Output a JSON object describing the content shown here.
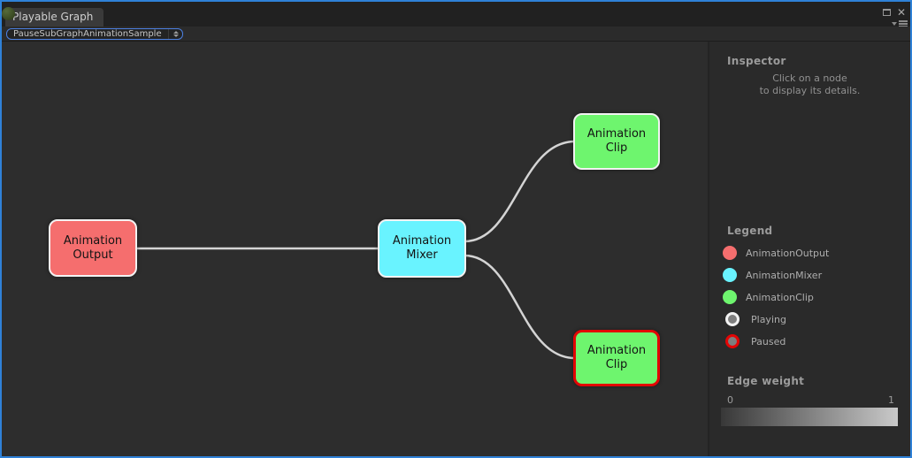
{
  "window": {
    "tab_label": "Playable Graph",
    "graph_selector": "PauseSubGraphAnimationSample"
  },
  "icons": {
    "status_orb": "green-status-orb",
    "maximize": "maximize-square",
    "close": "✕",
    "pane_menu": "dropdown-triangle-with-hamburger",
    "selector_arrows": "up-down-arrows"
  },
  "graph": {
    "nodes": [
      {
        "id": "animation-output",
        "label": "Animation Output",
        "color": "#f56e6e",
        "state": "playing"
      },
      {
        "id": "animation-mixer",
        "label": "Animation Mixer",
        "color": "#69f3ff",
        "state": "playing"
      },
      {
        "id": "animation-clip-top",
        "label": "Animation Clip",
        "color": "#6ef56e",
        "state": "playing"
      },
      {
        "id": "animation-clip-bottom",
        "label": "Animation Clip",
        "color": "#6ef56e",
        "state": "paused"
      }
    ],
    "edges": [
      {
        "from": "animation-output",
        "to": "animation-mixer"
      },
      {
        "from": "animation-mixer",
        "to": "animation-clip-top"
      },
      {
        "from": "animation-mixer",
        "to": "animation-clip-bottom"
      }
    ],
    "edge_color": "#d4d4d4"
  },
  "inspector": {
    "header": "Inspector",
    "hint_line1": "Click on a node",
    "hint_line2": "to display its details."
  },
  "legend": {
    "header": "Legend",
    "items": [
      {
        "label": "AnimationOutput",
        "color": "#f56e6e"
      },
      {
        "label": "AnimationMixer",
        "color": "#69f3ff"
      },
      {
        "label": "AnimationClip",
        "color": "#6ef56e"
      },
      {
        "label": "Playing",
        "color": "#7e7e7e",
        "ring": "#f2f2f2"
      },
      {
        "label": "Paused",
        "color": "#7e7e7e",
        "ring": "#e30505"
      }
    ]
  },
  "edge_weight": {
    "header": "Edge weight",
    "min": "0",
    "max": "1",
    "gradient_start": "#383838",
    "gradient_end": "#c9c9c9"
  },
  "colors": {
    "window_border": "#2f81d7",
    "graph_background": "#2d2d2d",
    "panel_background": "#2a2a2a",
    "node_text": "#141414",
    "paused_ring": "#e30505"
  }
}
